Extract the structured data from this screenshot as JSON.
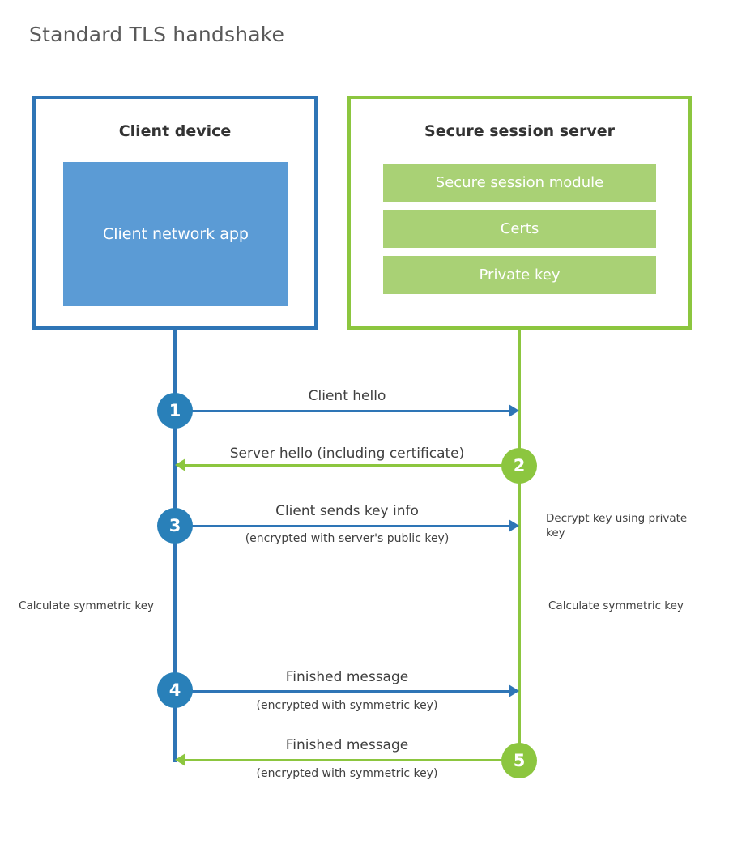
{
  "diagram": {
    "title": "Standard TLS handshake",
    "colors": {
      "client_border": "#2E75B6",
      "client_fill": "#5B9BD5",
      "client_marker": "#2980B9",
      "server_border": "#8CC63F",
      "server_fill": "#A9D175",
      "server_marker": "#8CC63F",
      "text": "#404040",
      "title_text": "#595959"
    }
  },
  "client": {
    "title": "Client device",
    "app_label": "Client network app"
  },
  "server": {
    "title": "Secure session server",
    "modules": [
      {
        "label": "Secure session module"
      },
      {
        "label": "Certs"
      },
      {
        "label": "Private key"
      }
    ]
  },
  "steps": [
    {
      "number": "1",
      "label": "Client hello",
      "sublabel": "",
      "direction": "client-to-server",
      "actor": "client"
    },
    {
      "number": "2",
      "label": "Server hello (including certificate)",
      "sublabel": "",
      "direction": "server-to-client",
      "actor": "server"
    },
    {
      "number": "3",
      "label": "Client sends key info",
      "sublabel": "(encrypted with server's public key)",
      "direction": "client-to-server",
      "actor": "client"
    },
    {
      "number": "4",
      "label": "Finished message",
      "sublabel": "(encrypted with symmetric key)",
      "direction": "client-to-server",
      "actor": "client"
    },
    {
      "number": "5",
      "label": "Finished message",
      "sublabel": "(encrypted with symmetric key)",
      "direction": "server-to-client",
      "actor": "server"
    }
  ],
  "notes": {
    "decrypt_key": "Decrypt key using private key",
    "calc_key_client": "Calculate symmetric key",
    "calc_key_server": "Calculate symmetric key"
  }
}
